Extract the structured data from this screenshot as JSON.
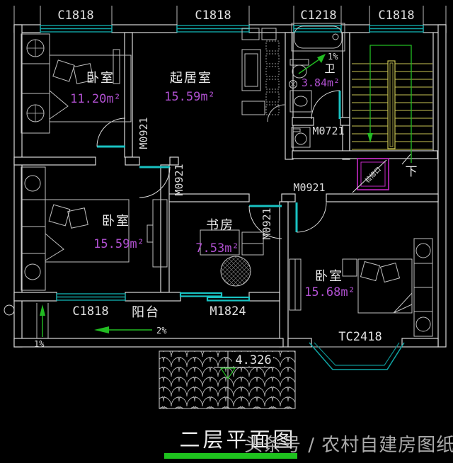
{
  "drawing": {
    "type": "floor-plan",
    "footer": {
      "title": "二层平面图",
      "watermark": "头条号 / 农村自建房图纸"
    }
  },
  "colors": {
    "background": "#000000",
    "wall": "#d9d9d9",
    "window_teal": "#10a5a5",
    "door_leaf": "#19c2c2",
    "area_text": "#b050d0",
    "slope_green": "#22bb22",
    "stair_tread_yellow": "#c9c354",
    "hatch_magenta": "#c428c4",
    "title_underline": "#1ec21e",
    "watermark_gray": "#c9c9c9"
  },
  "top_windows": [
    {
      "label": "C1818"
    },
    {
      "label": "C1818"
    },
    {
      "label": "C1218"
    },
    {
      "label": "C1818"
    }
  ],
  "rooms": {
    "bedroom1": {
      "name": "卧室",
      "area": "11.20m²"
    },
    "living": {
      "name": "起居室",
      "area": "15.59m²"
    },
    "bath": {
      "name": "卫",
      "area": "3.84m²",
      "slope": "1%"
    },
    "bedroom2": {
      "name": "卧室",
      "area": "15.59m²"
    },
    "study": {
      "name": "书房",
      "area": "7.53m²"
    },
    "bedroom3": {
      "name": "卧室",
      "area": "15.68m²"
    },
    "balcony": {
      "name": "阳台",
      "window": "C1818",
      "slope_h": "2%",
      "slope_v": "1%"
    }
  },
  "doors": {
    "interior": "M0921",
    "bath": "M0721",
    "balcony_slide": "M1824"
  },
  "bay_window": {
    "label": "TC2418"
  },
  "stairs": {
    "down": "下"
  },
  "inspection": {
    "label": "检修口"
  },
  "roof": {
    "elevation": "4.326"
  }
}
